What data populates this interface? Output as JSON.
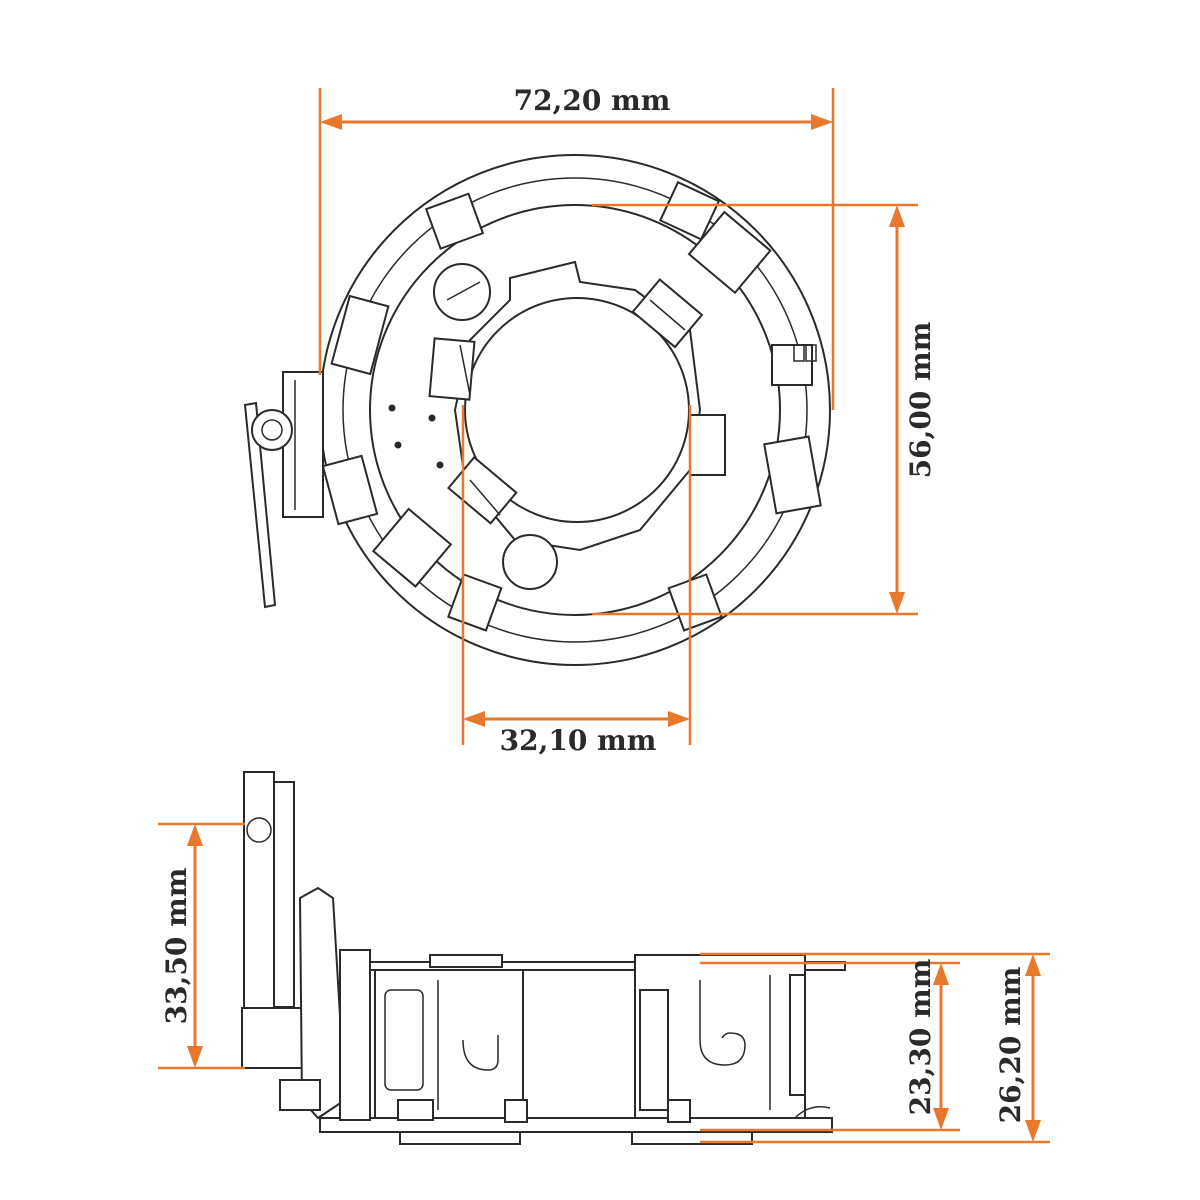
{
  "top_view": {
    "outer_diameter_label": "72,20 mm",
    "bore_diameter_label": "32,10 mm",
    "inner_span_label": "56,00 mm"
  },
  "side_view": {
    "bracket_height_label": "33,50 mm",
    "body_height_label": "23,30 mm",
    "total_height_label": "26,20 mm"
  },
  "colors": {
    "dimension": "#e8782c",
    "outline": "#2a2a2a",
    "background": "#ffffff"
  }
}
